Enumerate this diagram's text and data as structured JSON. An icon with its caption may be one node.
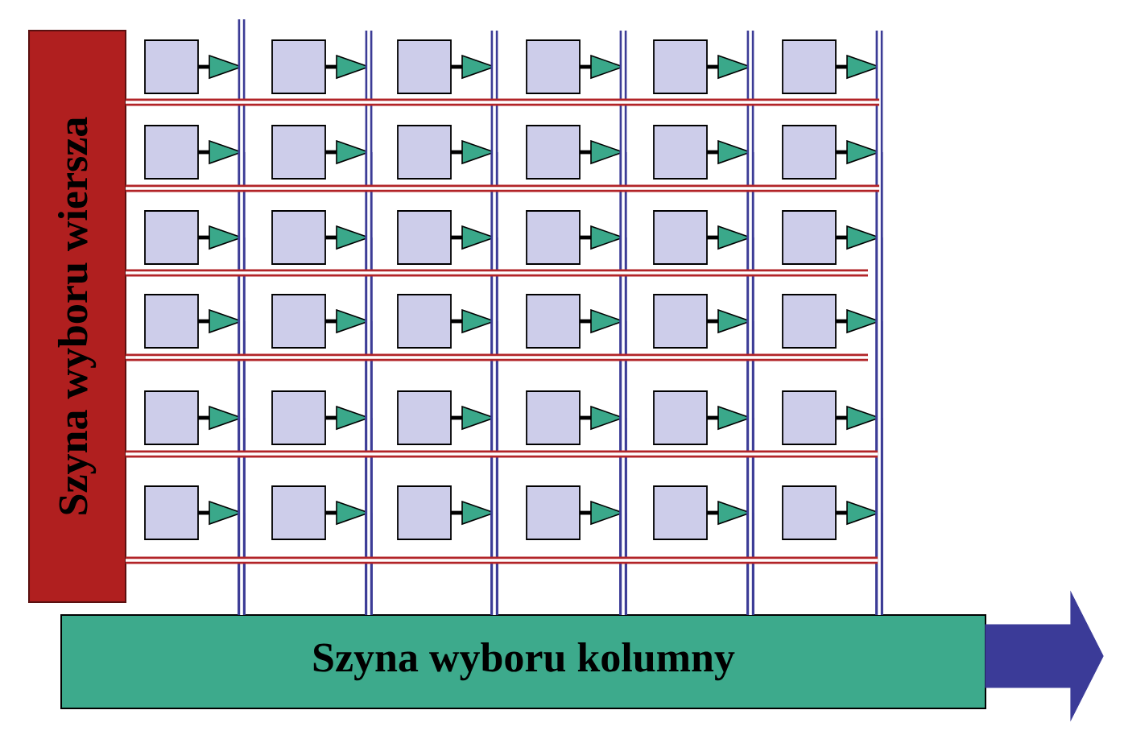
{
  "diagram": {
    "nodes": [
      {
        "text": [
          "Szyna wyboru wiersza"
        ]
      },
      {
        "text": [],
        "shape": "box"
      },
      {
        "text": [],
        "shape": "triangle"
      },
      {
        "text": [],
        "shape": "box"
      },
      {
        "text": [],
        "shape": "triangle"
      },
      {
        "text": [],
        "shape": "box"
      },
      {
        "text": [],
        "shape": "triangle"
      },
      {
        "text": [],
        "shape": "box"
      },
      {
        "text": [],
        "shape": "triangle"
      },
      {
        "text": [],
        "shape": "box"
      },
      {
        "text": [],
        "shape": "triangle"
      },
      {
        "text": [],
        "shape": "box"
      },
      {
        "text": [],
        "shape": "triangle"
      },
      {
        "text": [],
        "shape": "box"
      },
      {
        "text": [],
        "shape": "triangle"
      },
      {
        "text": [],
        "shape": "box"
      },
      {
        "text": [],
        "shape": "triangle"
      },
      {
        "text": [],
        "shape": "box"
      },
      {
        "text": [],
        "shape": "triangle"
      },
      {
        "text": [],
        "shape": "box"
      },
      {
        "text": [],
        "shape": "triangle"
      },
      {
        "text": [],
        "shape": "box"
      },
      {
        "text": [],
        "shape": "triangle"
      },
      {
        "text": [],
        "shape": "box"
      },
      {
        "text": [],
        "shape": "triangle"
      },
      {
        "text": [],
        "shape": "box"
      },
      {
        "text": [],
        "shape": "triangle"
      },
      {
        "text": [],
        "shape": "box"
      },
      {
        "text": [],
        "shape": "triangle"
      },
      {
        "text": [],
        "shape": "box"
      },
      {
        "text": [],
        "shape": "triangle"
      },
      {
        "text": [],
        "shape": "box"
      },
      {
        "text": [],
        "shape": "triangle"
      },
      {
        "text": [],
        "shape": "box"
      },
      {
        "text": [],
        "shape": "triangle"
      },
      {
        "text": [],
        "shape": "box"
      },
      {
        "text": [],
        "shape": "triangle"
      },
      {
        "text": [],
        "shape": "box"
      },
      {
        "text": [],
        "shape": "triangle"
      },
      {
        "text": [],
        "shape": "box"
      },
      {
        "text": [],
        "shape": "triangle"
      },
      {
        "text": [],
        "shape": "box"
      },
      {
        "text": [],
        "shape": "triangle"
      },
      {
        "text": [],
        "shape": "box"
      },
      {
        "text": [],
        "shape": "triangle"
      },
      {
        "text": [],
        "shape": "box"
      },
      {
        "text": [],
        "shape": "triangle"
      },
      {
        "text": [],
        "shape": "box"
      },
      {
        "text": [],
        "shape": "triangle"
      },
      {
        "text": [],
        "shape": "box"
      },
      {
        "text": [],
        "shape": "triangle"
      },
      {
        "text": [],
        "shape": "box"
      },
      {
        "text": [],
        "shape": "triangle"
      },
      {
        "text": [],
        "shape": "box"
      },
      {
        "text": [],
        "shape": "triangle"
      },
      {
        "text": [],
        "shape": "box"
      },
      {
        "text": [],
        "shape": "triangle"
      },
      {
        "text": [],
        "shape": "box"
      },
      {
        "text": [],
        "shape": "triangle"
      },
      {
        "text": [],
        "shape": "box"
      },
      {
        "text": [],
        "shape": "triangle"
      },
      {
        "text": [],
        "shape": "box"
      },
      {
        "text": [],
        "shape": "triangle"
      },
      {
        "text": [],
        "shape": "box"
      },
      {
        "text": [],
        "shape": "triangle"
      },
      {
        "text": [],
        "shape": "box"
      },
      {
        "text": [],
        "shape": "triangle"
      },
      {
        "text": [],
        "shape": "box"
      },
      {
        "text": [],
        "shape": "triangle"
      },
      {
        "text": [],
        "shape": "box"
      },
      {
        "text": [],
        "shape": "triangle"
      },
      {
        "text": [],
        "shape": "box"
      },
      {
        "text": [],
        "shape": "triangle"
      },
      {
        "text": [
          "Szyna wyboru kolumny"
        ]
      }
    ],
    "edges": [
      {
        "from": 1,
        "to": 2,
        "arrow": "none"
      },
      {
        "from": 3,
        "to": 4,
        "arrow": "none"
      },
      {
        "from": 5,
        "to": 6,
        "arrow": "none"
      },
      {
        "from": 7,
        "to": 8,
        "arrow": "none"
      },
      {
        "from": 9,
        "to": 10,
        "arrow": "none"
      },
      {
        "from": 11,
        "to": 12,
        "arrow": "none"
      },
      {
        "from": 13,
        "to": 14,
        "arrow": "none"
      },
      {
        "from": 15,
        "to": 16,
        "arrow": "none"
      },
      {
        "from": 17,
        "to": 18,
        "arrow": "none"
      },
      {
        "from": 19,
        "to": 20,
        "arrow": "none"
      },
      {
        "from": 21,
        "to": 22,
        "arrow": "none"
      },
      {
        "from": 23,
        "to": 24,
        "arrow": "none"
      },
      {
        "from": 25,
        "to": 26,
        "arrow": "none"
      },
      {
        "from": 27,
        "to": 28,
        "arrow": "none"
      },
      {
        "from": 29,
        "to": 30,
        "arrow": "none"
      },
      {
        "from": 31,
        "to": 32,
        "arrow": "none"
      },
      {
        "from": 33,
        "to": 34,
        "arrow": "none"
      },
      {
        "from": 35,
        "to": 36,
        "arrow": "none"
      },
      {
        "from": 37,
        "to": 38,
        "arrow": "none"
      },
      {
        "from": 39,
        "to": 40,
        "arrow": "none"
      },
      {
        "from": 41,
        "to": 42,
        "arrow": "none"
      },
      {
        "from": 43,
        "to": 44,
        "arrow": "none"
      },
      {
        "from": 45,
        "to": 46,
        "arrow": "none"
      },
      {
        "from": 47,
        "to": 48,
        "arrow": "none"
      },
      {
        "from": 49,
        "to": 50,
        "arrow": "none"
      },
      {
        "from": 51,
        "to": 52,
        "arrow": "none"
      },
      {
        "from": 53,
        "to": 54,
        "arrow": "none"
      },
      {
        "from": 55,
        "to": 56,
        "arrow": "none"
      },
      {
        "from": 57,
        "to": 58,
        "arrow": "none"
      },
      {
        "from": 59,
        "to": 60,
        "arrow": "none"
      },
      {
        "from": 61,
        "to": 62,
        "arrow": "none"
      },
      {
        "from": 63,
        "to": 64,
        "arrow": "none"
      },
      {
        "from": 65,
        "to": 66,
        "arrow": "none"
      },
      {
        "from": 67,
        "to": 68,
        "arrow": "none"
      },
      {
        "from": 69,
        "to": 70,
        "arrow": "none"
      },
      {
        "from": 71,
        "to": 72,
        "arrow": "none"
      },
      {
        "from": 2,
        "to": 73,
        "arrow": "none",
        "color": "#3c3c96"
      },
      {
        "from": 4,
        "to": 73,
        "arrow": "none",
        "color": "#3c3c96"
      },
      {
        "from": 6,
        "to": 73,
        "arrow": "none",
        "color": "#3c3c96"
      },
      {
        "from": 8,
        "to": 73,
        "arrow": "none",
        "color": "#3c3c96"
      },
      {
        "from": 10,
        "to": 73,
        "arrow": "none",
        "color": "#3c3c96"
      },
      {
        "from": 12,
        "to": 73,
        "arrow": "none",
        "color": "#3c3c96"
      },
      {
        "from": 14,
        "to": 73,
        "arrow": "none",
        "color": "#3c3c96"
      },
      {
        "from": 16,
        "to": 73,
        "arrow": "none",
        "color": "#3c3c96"
      },
      {
        "from": 18,
        "to": 73,
        "arrow": "none",
        "color": "#3c3c96"
      },
      {
        "from": 20,
        "to": 73,
        "arrow": "none",
        "color": "#3c3c96"
      },
      {
        "from": 22,
        "to": 73,
        "arrow": "none",
        "color": "#3c3c96"
      },
      {
        "from": 24,
        "to": 73,
        "arrow": "none",
        "color": "#3c3c96"
      },
      {
        "from": 26,
        "to": 73,
        "arrow": "none",
        "color": "#3c3c96"
      },
      {
        "from": 28,
        "to": 73,
        "arrow": "none",
        "color": "#3c3c96"
      },
      {
        "from": 30,
        "to": 73,
        "arrow": "none",
        "color": "#3c3c96"
      },
      {
        "from": 32,
        "to": 73,
        "arrow": "none",
        "color": "#3c3c96"
      },
      {
        "from": 34,
        "to": 73,
        "arrow": "none",
        "color": "#3c3c96"
      },
      {
        "from": 36,
        "to": 73,
        "arrow": "none",
        "color": "#3c3c96"
      },
      {
        "from": 38,
        "to": 73,
        "arrow": "none",
        "color": "#3c3c96"
      },
      {
        "from": 40,
        "to": 73,
        "arrow": "none",
        "color": "#3c3c96"
      },
      {
        "from": 42,
        "to": 73,
        "arrow": "none",
        "color": "#3c3c96"
      },
      {
        "from": 44,
        "to": 73,
        "arrow": "none",
        "color": "#3c3c96"
      },
      {
        "from": 46,
        "to": 73,
        "arrow": "none",
        "color": "#3c3c96"
      },
      {
        "from": 48,
        "to": 73,
        "arrow": "none",
        "color": "#3c3c96"
      },
      {
        "from": 50,
        "to": 73,
        "arrow": "none",
        "color": "#3c3c96"
      },
      {
        "from": 52,
        "to": 73,
        "arrow": "none",
        "color": "#3c3c96"
      },
      {
        "from": 54,
        "to": 73,
        "arrow": "none",
        "color": "#3c3c96"
      },
      {
        "from": 56,
        "to": 73,
        "arrow": "none",
        "color": "#3c3c96"
      },
      {
        "from": 58,
        "to": 73,
        "arrow": "none",
        "color": "#3c3c96"
      },
      {
        "from": 60,
        "to": 73,
        "arrow": "none",
        "color": "#3c3c96"
      },
      {
        "from": 62,
        "to": 73,
        "arrow": "none",
        "color": "#3c3c96"
      },
      {
        "from": 64,
        "to": 73,
        "arrow": "none",
        "color": "#3c3c96"
      },
      {
        "from": 66,
        "to": 73,
        "arrow": "none",
        "color": "#3c3c96"
      },
      {
        "from": 68,
        "to": 73,
        "arrow": "none",
        "color": "#3c3c96"
      },
      {
        "from": 70,
        "to": 73,
        "arrow": "none",
        "color": "#3c3c96"
      },
      {
        "from": 72,
        "to": 73,
        "arrow": "none",
        "color": "#3c3c96"
      },
      {
        "from": 0,
        "to": null,
        "arrow": "none",
        "color": "#b22428"
      },
      {
        "from": 0,
        "to": null,
        "arrow": "none",
        "color": "#b22428"
      },
      {
        "from": 0,
        "to": null,
        "arrow": "none",
        "color": "#b22428"
      },
      {
        "from": 0,
        "to": null,
        "arrow": "none",
        "color": "#b22428"
      },
      {
        "from": 0,
        "to": null,
        "arrow": "none",
        "color": "#b22428"
      },
      {
        "from": 0,
        "to": null,
        "arrow": "none",
        "color": "#b22428"
      },
      {
        "from": 73,
        "to": null,
        "arrow": "to",
        "style": "thick",
        "color": "#3b3b98"
      }
    ]
  }
}
